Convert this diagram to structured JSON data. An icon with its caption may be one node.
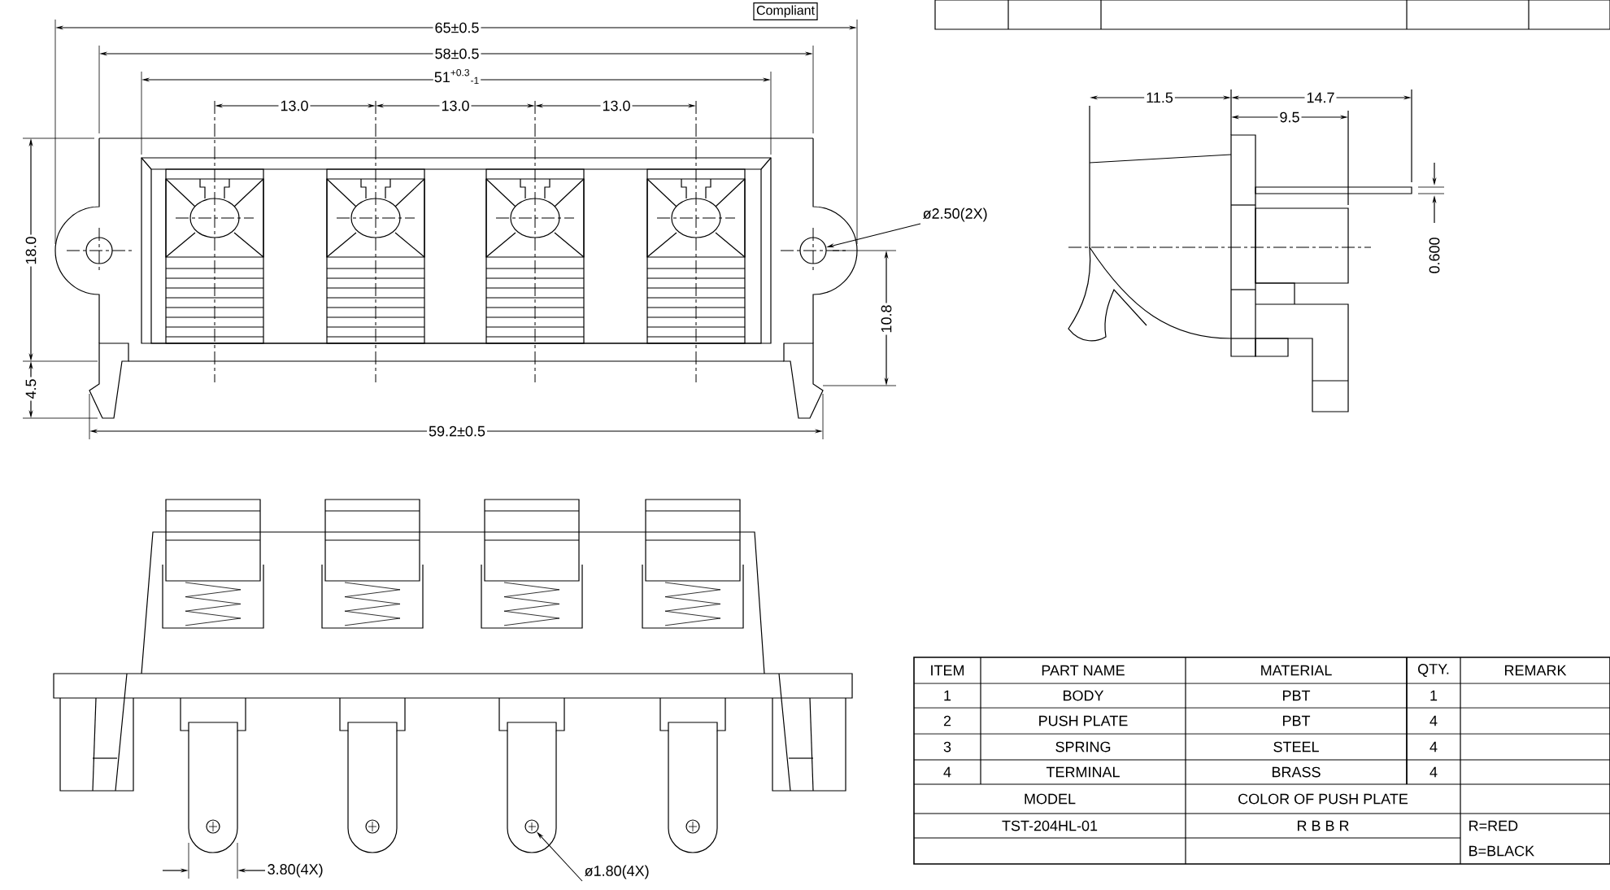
{
  "diagram": {
    "nodes": [
      {
        "text": [
          "ø2.50(2X)"
        ]
      },
      {
        "text": [],
        "shape": "circle"
      },
      {
        "text": [
          "ø1.80(4X)"
        ]
      },
      {
        "text": [],
        "shape": "circle"
      }
    ],
    "edges": [
      {
        "from": 0,
        "to": 1,
        "arrow": "to"
      },
      {
        "from": 2,
        "to": 3,
        "arrow": "to"
      }
    ],
    "labels": [
      "Compliant",
      "65±0.5",
      "58±0.5",
      "51$^{+0.3}$$_{-1}$",
      "13.0",
      "13.0",
      "13.0",
      "18.0",
      "10.8",
      "4.5",
      "59.2±0.5",
      "11.5",
      "14.7",
      "9.5",
      "0.600",
      "3.80(4X)",
      "ITEM",
      "PART NAME",
      "MATERIAL",
      "QTY.",
      "REMARK",
      "1",
      "BODY",
      "PBT",
      "1",
      "2",
      "PUSH PLATE",
      "PBT",
      "4",
      "3",
      "SPRING",
      "STEEL",
      "4",
      "4",
      "TERMINAL",
      "BRASS",
      "4",
      "MODEL",
      "COLOR OF PUSH PLATE",
      "TST-204HL-01",
      "R B B R",
      "R=RED",
      "B=BLACK"
    ]
  }
}
